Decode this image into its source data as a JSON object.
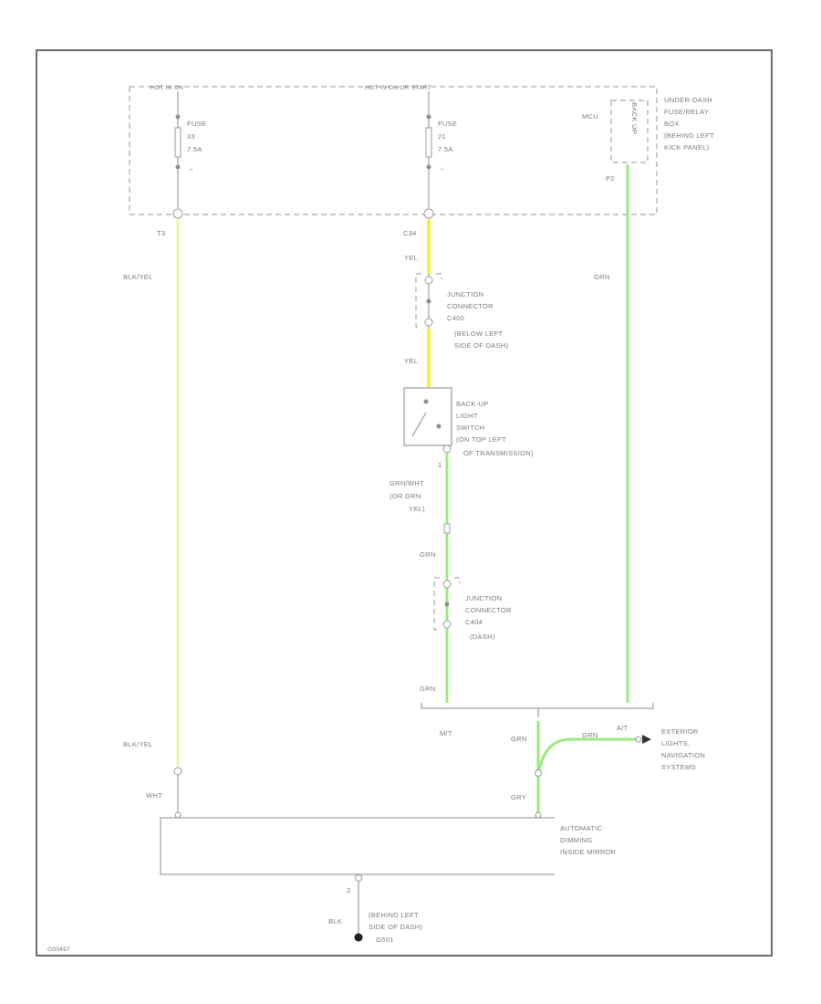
{
  "colors": {
    "wire_yellow": "#f4f4a8",
    "wire_yellow_bright": "#f5f24a",
    "wire_green": "#9eea7e",
    "frame": "#6e6e6e"
  },
  "power_labels": {
    "left": "HOT IN ON",
    "center": "HOT IN ON OR START"
  },
  "fuses": [
    {
      "name": "FUSE",
      "number": "33",
      "rating": "7.5A"
    },
    {
      "name": "FUSE",
      "number": "21",
      "rating": "7.5A"
    }
  ],
  "fuse_box": {
    "text": [
      "UNDER-DASH",
      "FUSE/RELAY",
      "BOX",
      "(BEHIND LEFT",
      "KICK PANEL)"
    ],
    "mcu_label": "MCU",
    "mcu_inner": "BACK UP",
    "pin_right": "P2",
    "pin_left": "T3",
    "pin_center": "C34"
  },
  "wires": {
    "left_top": "BLK/YEL",
    "left_bottom": "BLK/YEL",
    "left_pin": "WHT",
    "center_yel_1": "YEL",
    "center_yel_2": "YEL",
    "center_grn_wht": [
      "GRN/WHT",
      "(OR GRN",
      "YEL)"
    ],
    "center_grn_1": "GRN",
    "center_grn_2": "GRN",
    "right_grn": "GRN",
    "mt_label": "M/T",
    "branch_grn_1": "GRN",
    "branch_grn_2": "GRN",
    "branch_grn_3": "GRY",
    "at_label": "A/T",
    "ground_wire": "BLK"
  },
  "junction_1": [
    "JUNCTION",
    "CONNECTOR",
    "C400",
    "(BELOW LEFT",
    "SIDE OF DASH)"
  ],
  "switch": [
    "BACK-UP",
    "LIGHT",
    "SWITCH",
    "(ON TOP LEFT",
    "OF TRANSMISSION)"
  ],
  "switch_pin": "1",
  "junction_2": [
    "JUNCTION",
    "CONNECTOR",
    "C404",
    "(DASH)"
  ],
  "exterior": [
    "EXTERIOR",
    "LIGHTS,",
    "NAVIGATION",
    "SYSTEMS"
  ],
  "mirror": [
    "AUTOMATIC",
    "DIMMING",
    "INSIDE MIRROR"
  ],
  "mirror_pin": "2",
  "ground": [
    "(BEHIND LEFT",
    "SIDE OF DASH)",
    "G501"
  ],
  "footer_code": "G00497"
}
